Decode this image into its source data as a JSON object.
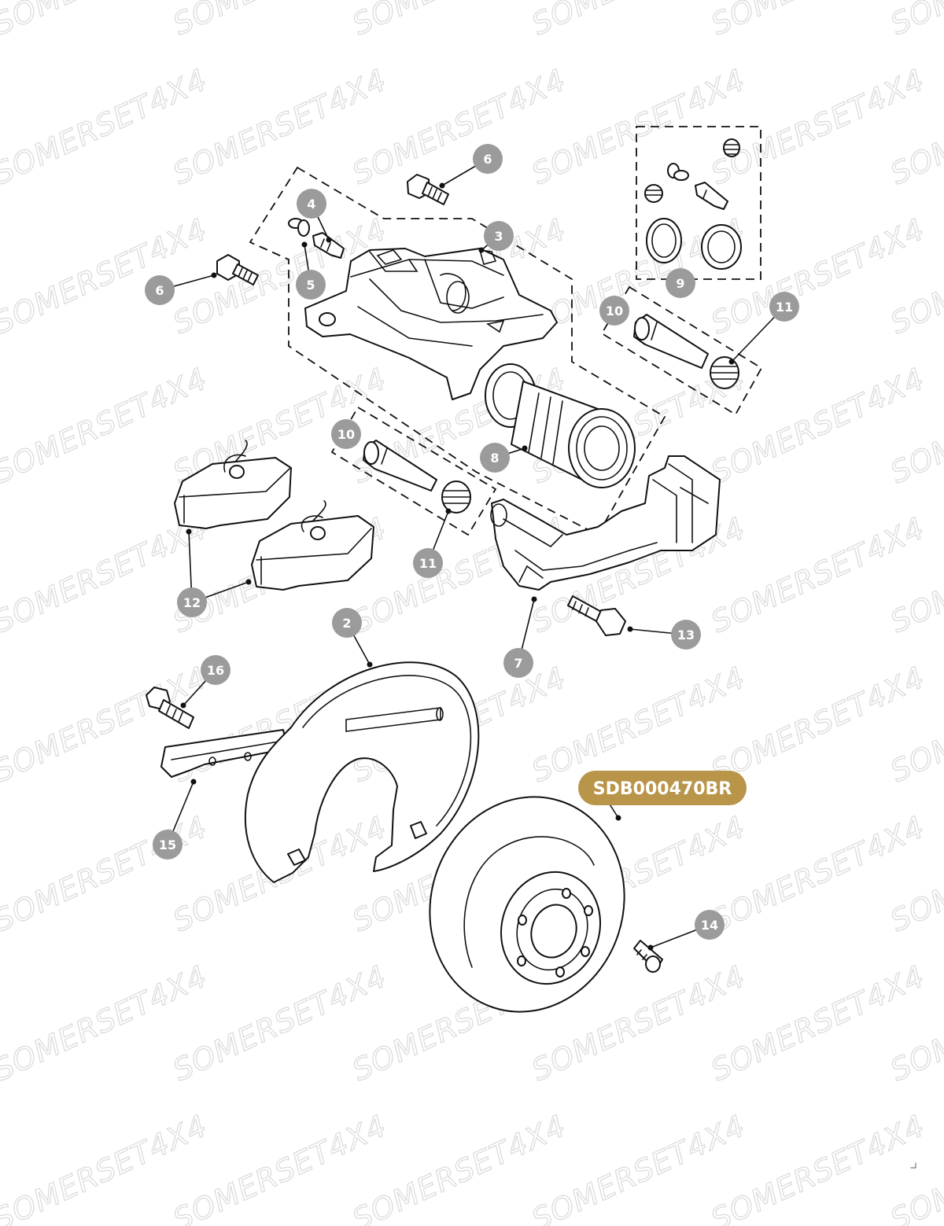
{
  "watermark": "SOMERSET4X4",
  "reference": "SDB000470BR",
  "callouts": [
    {
      "label": "6"
    },
    {
      "label": "6"
    },
    {
      "label": "4"
    },
    {
      "label": "5"
    },
    {
      "label": "3"
    },
    {
      "label": "9"
    },
    {
      "label": "10"
    },
    {
      "label": "11"
    },
    {
      "label": "10"
    },
    {
      "label": "8"
    },
    {
      "label": "11"
    },
    {
      "label": "12"
    },
    {
      "label": "2"
    },
    {
      "label": "7"
    },
    {
      "label": "13"
    },
    {
      "label": "16"
    },
    {
      "label": "15"
    },
    {
      "label": "14"
    }
  ],
  "colors": {
    "callout": "#9b9b9b",
    "reference_badge": "#b9954a",
    "line": "#111111"
  }
}
